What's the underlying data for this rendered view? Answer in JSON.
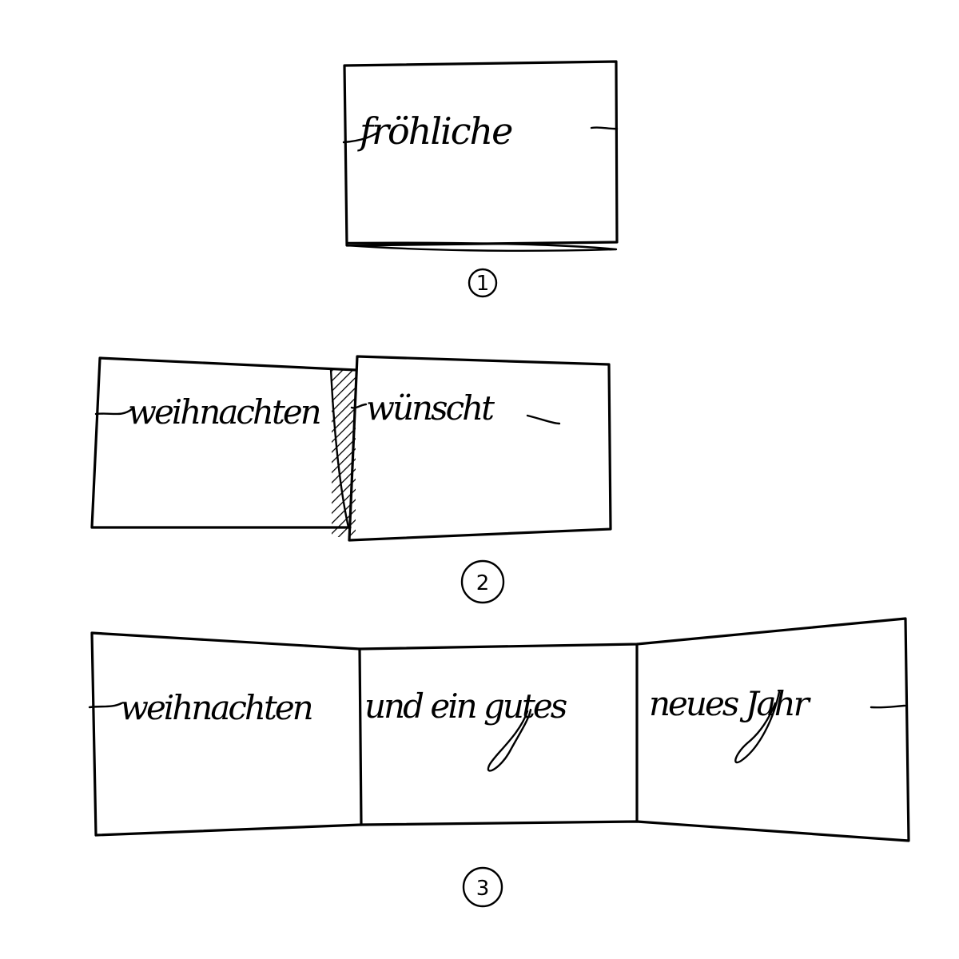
{
  "step1": {
    "number": "1",
    "cards": [
      {
        "text": "fröhliche"
      }
    ]
  },
  "step2": {
    "number": "2",
    "cards": [
      {
        "text": "weihnachten"
      },
      {
        "text": "wünscht"
      }
    ]
  },
  "step3": {
    "number": "3",
    "cards": [
      {
        "text": "weihnachten"
      },
      {
        "text": "und ein gutes"
      },
      {
        "text": "neues Jahr"
      }
    ]
  },
  "colors": {
    "ink": "#000000",
    "paper": "#ffffff"
  }
}
